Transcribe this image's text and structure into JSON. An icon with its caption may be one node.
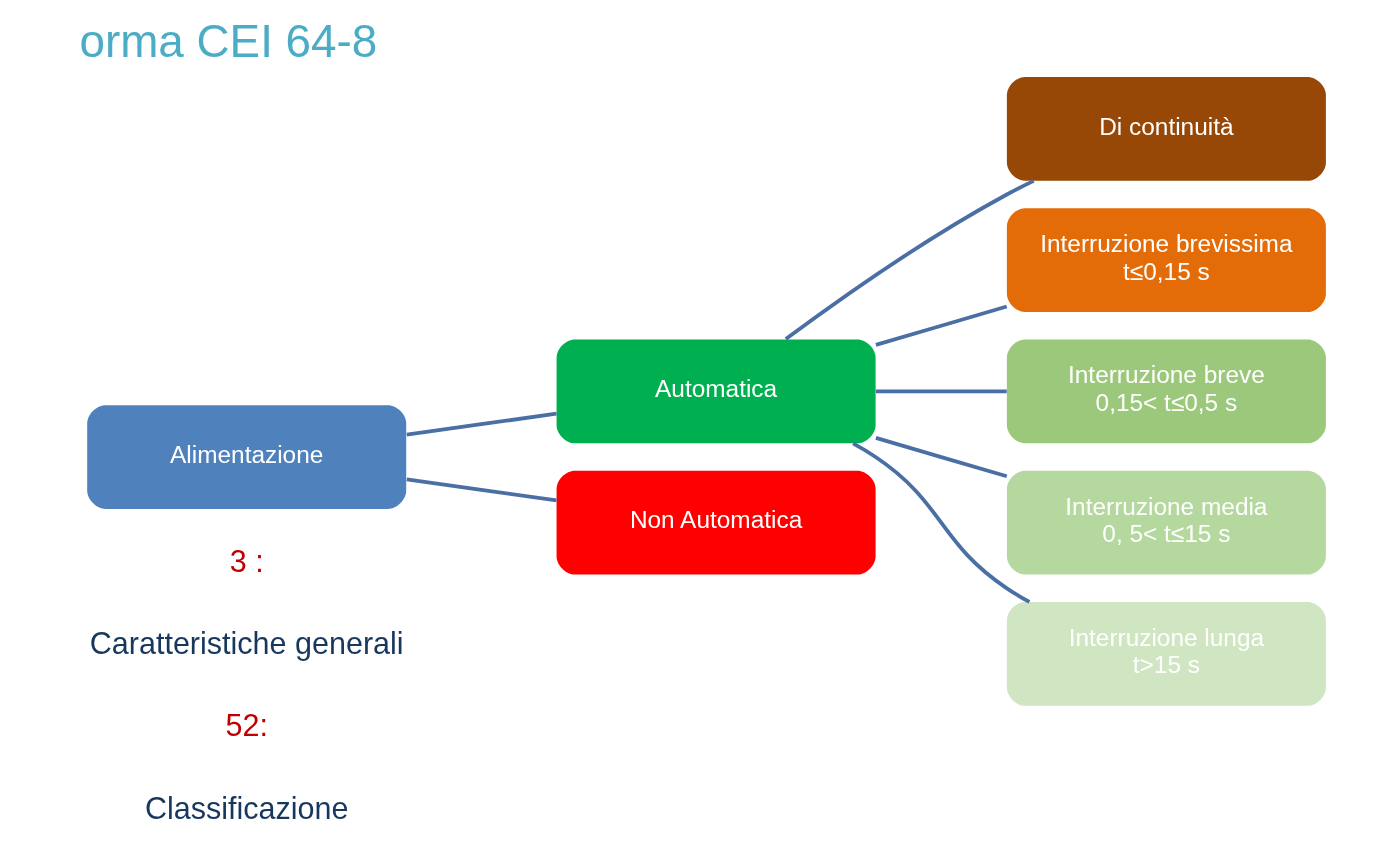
{
  "diagram": {
    "title": "orma CEI 64-8",
    "nodes": [
      {
        "text": [
          "Alimentazione"
        ]
      },
      {
        "text": [
          "Automatica"
        ]
      },
      {
        "text": [
          "Non Automatica"
        ]
      },
      {
        "text": [
          "Di continuità"
        ]
      },
      {
        "text": [
          "Interruzione brevissima",
          "t≤0,15 s"
        ]
      },
      {
        "text": [
          "Interruzione breve",
          "0,15< t≤0,5 s"
        ]
      },
      {
        "text": [
          "Interruzione media",
          "0, 5< t≤15 s"
        ]
      },
      {
        "text": [
          "Interruzione lunga",
          "t>15 s"
        ]
      }
    ],
    "edges": [
      {
        "from": 0,
        "to": 1,
        "arrow": "none"
      },
      {
        "from": 0,
        "to": 2,
        "arrow": "none"
      },
      {
        "from": 1,
        "to": 3,
        "arrow": "none"
      },
      {
        "from": 1,
        "to": 4,
        "arrow": "none"
      },
      {
        "from": 1,
        "to": 5,
        "arrow": "none"
      },
      {
        "from": 1,
        "to": 6,
        "arrow": "none"
      },
      {
        "from": 1,
        "to": 7,
        "arrow": "none"
      }
    ],
    "labels": [
      "3 :",
      "Caratteristiche generali",
      "52:",
      "Classificazione"
    ]
  }
}
